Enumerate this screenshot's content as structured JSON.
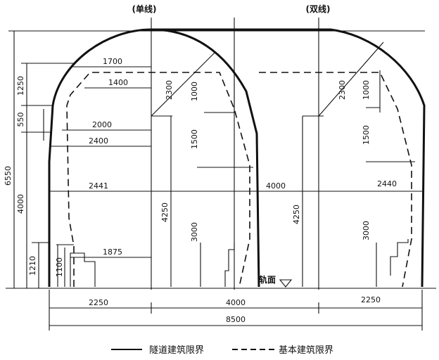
{
  "headers": {
    "single": "(单线)",
    "double": "(双线)"
  },
  "dimensions": {
    "d1700": "1700",
    "d1400": "1400",
    "d2000": "2000",
    "d2400": "2400",
    "d2441": "2441",
    "d1875": "1875",
    "d2300a": "2300",
    "d2300b": "2300",
    "d1000a": "1000",
    "d1000b": "1000",
    "d1500a": "1500",
    "d1500b": "1500",
    "d3000a": "3000",
    "d3000b": "3000",
    "d4250a": "4250",
    "d4250b": "4250",
    "d4000mid": "4000",
    "d2440": "2440",
    "d6550": "6550",
    "d1250": "1250",
    "d550": "550",
    "d4000left": "4000",
    "d1210": "1210",
    "d1100": "1100",
    "b2250a": "2250",
    "b4000": "4000",
    "b2250b": "2250",
    "b8500": "8500"
  },
  "rail_label": "轨面",
  "legend": {
    "solid": "隧道建筑限界",
    "dashed": "基本建筑限界"
  }
}
